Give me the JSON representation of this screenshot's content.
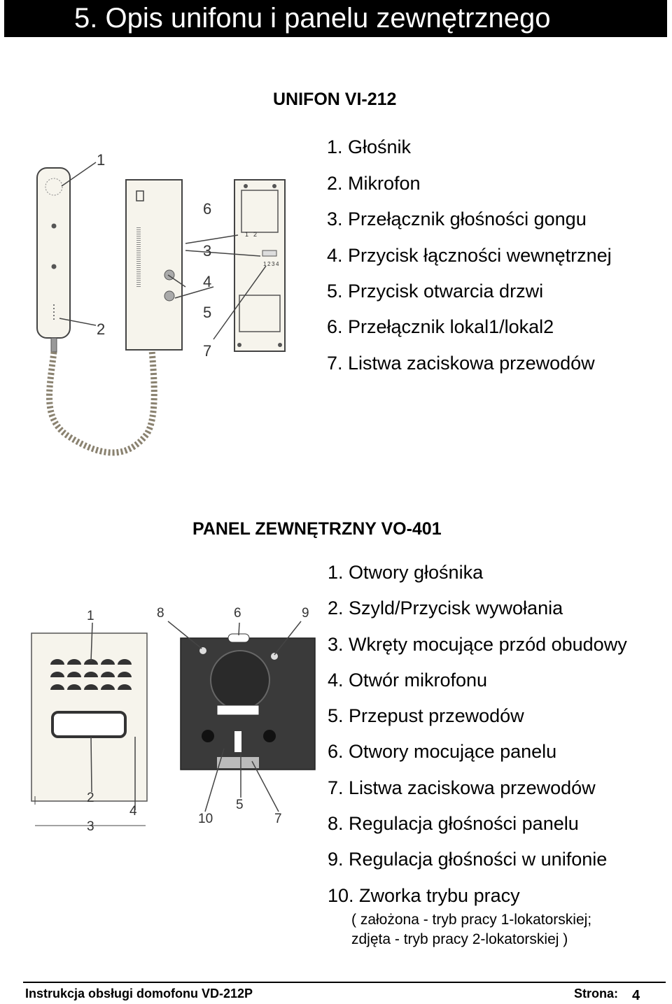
{
  "section_title": "5.   Opis unifonu i panelu zewnętrznego",
  "intercom": {
    "heading": "UNIFON VI-212",
    "items": [
      "1. Głośnik",
      "2. Mikrofon",
      "3. Przełącznik głośności gongu",
      "4. Przycisk łączności wewnętrznej",
      "5. Przycisk otwarcia drzwi",
      "6. Przełącznik lokal1/lokal2",
      "7. Listwa zaciskowa przewodów"
    ],
    "callouts": [
      "1",
      "2",
      "6",
      "3",
      "4",
      "5",
      "7"
    ],
    "switch_labels": [
      "1",
      "2"
    ],
    "terminal_labels": [
      "1",
      "2",
      "3",
      "4"
    ]
  },
  "panel": {
    "heading": "PANEL ZEWNĘTRZNY VO-401",
    "items": [
      "1. Otwory głośnika",
      "2. Szyld/Przycisk wywołania",
      "3. Wkręty mocujące przód obudowy",
      "4. Otwór mikrofonu",
      "5. Przepust przewodów",
      "6. Otwory mocujące panelu",
      "7. Listwa zaciskowa przewodów",
      "8. Regulacja głośności panelu",
      "9. Regulacja głośności w unifonie",
      "10.  Zworka trybu pracy"
    ],
    "note_line1": "( założona - tryb pracy 1-lokatorskiej;",
    "note_line2": "zdjęta - tryb pracy 2-lokatorskiej )",
    "callouts": [
      "1",
      "8",
      "6",
      "9",
      "2",
      "4",
      "3",
      "10",
      "5",
      "7"
    ]
  },
  "footer": {
    "left": "Instrukcja obsługi domofonu VD-212P",
    "right_label": "Strona:",
    "page": "4"
  }
}
